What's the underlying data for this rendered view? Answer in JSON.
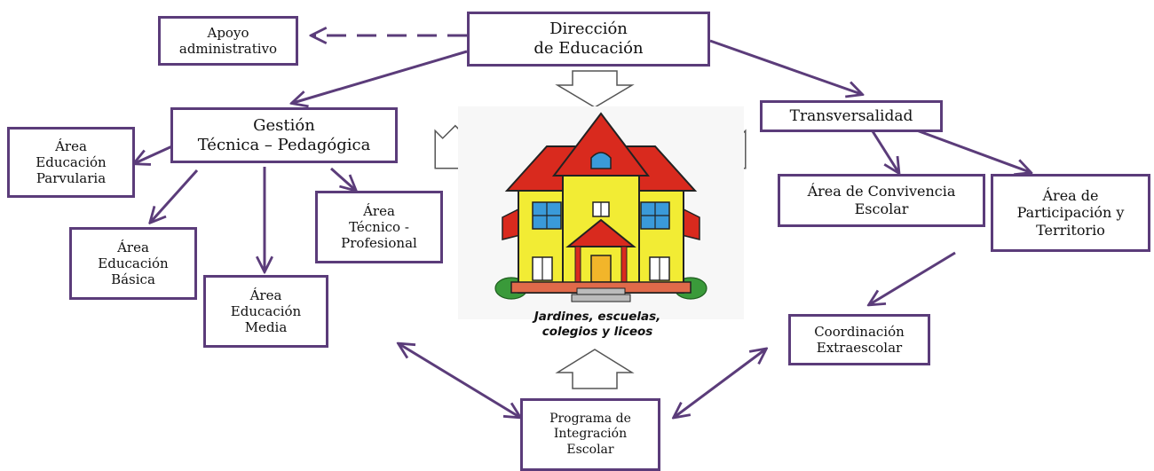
{
  "nodes": {
    "direccion": "Dirección\nde Educación",
    "apoyo": "Apoyo\nadministrativo",
    "gestion": "Gestión\nTécnica – Pedagógica",
    "transversalidad": "Transversalidad",
    "parvularia": "Área\nEducación\nParvularia",
    "basica": "Área\nEducación\nBásica",
    "media": "Área\nEducación\nMedia",
    "tecnico": "Área\nTécnico -\nProfesional",
    "convivencia": "Área de Convivencia\nEscolar",
    "participacion": "Área de\nParticipación y\nTerritorio",
    "extraescolar": "Coordinación\nExtraescolar",
    "integracion": "Programa de\nIntegración\nEscolar"
  },
  "school": {
    "caption": "Jardines, escuelas,\ncolegios y liceos",
    "icon": "school-building-icon"
  },
  "colors": {
    "border": "#5b3c7a",
    "arrow": "#5b3c7a",
    "roof": "#d92a1e",
    "walls": "#f2ec34",
    "window": "#3a9ad9",
    "hollow_arrow": "#555555"
  }
}
